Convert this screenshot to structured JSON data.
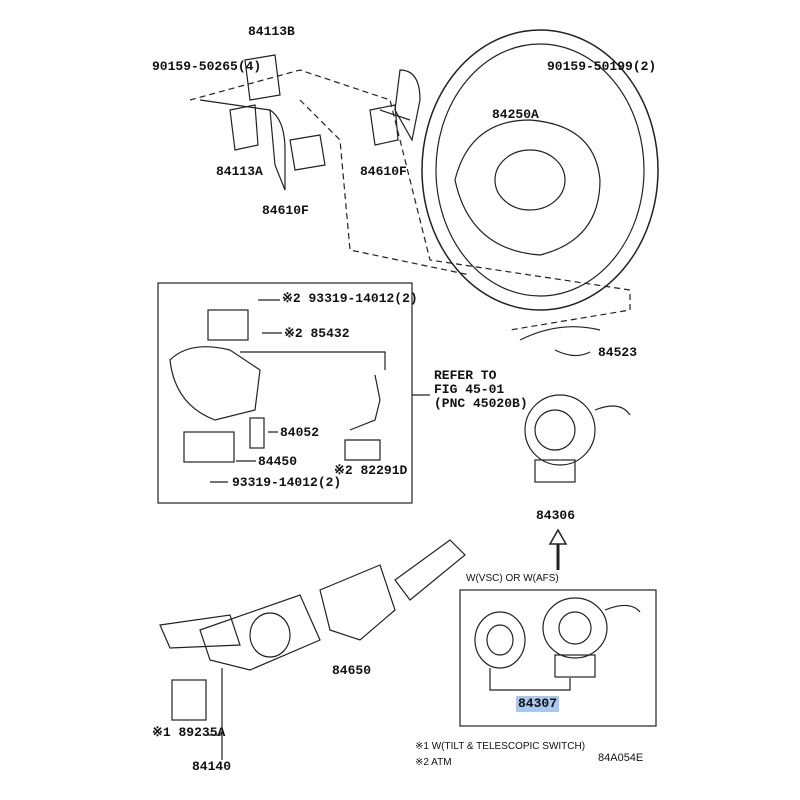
{
  "callouts": {
    "c84113B": "84113B",
    "c90159_50265": "90159-50265(4)",
    "c90159_50199": "90159-50199(2)",
    "c84250A": "84250A",
    "c84113A": "84113A",
    "c84610F_a": "84610F",
    "c84610F_b": "84610F",
    "c93319_top": "※2 93319-14012(2)",
    "c85432": "※2 85432",
    "c84523": "84523",
    "refer_1": "REFER TO",
    "refer_2": "FIG 45-01",
    "refer_3": "(PNC 45020B)",
    "c84052": "84052",
    "c84450": "84450",
    "c82291D": "※2 82291D",
    "c93319_bottom": "93319-14012(2)",
    "c84306": "84306",
    "c84650": "84650",
    "c84307": "84307",
    "c89235A": "※1 89235A",
    "c84140": "84140"
  },
  "box_caption": "W(VSC) OR W(AFS)",
  "notes": {
    "note1": "※1  W(TILT & TELESCOPIC SWITCH)",
    "note2": "※2  ATM",
    "figure_id": "84A054E"
  },
  "highlight_color": "#a9c8ef"
}
